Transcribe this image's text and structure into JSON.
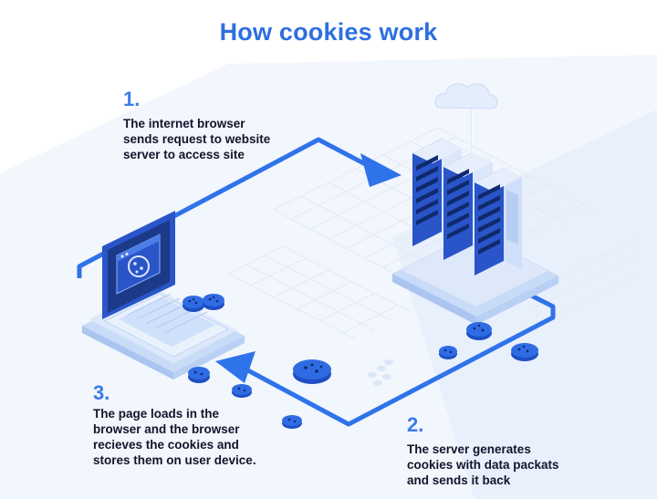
{
  "title": "How cookies work",
  "colors": {
    "accent": "#2e6fe0",
    "arrow": "#2f73ea",
    "light_blue": "#dbe8fb",
    "dark_navy": "#1b3a8a",
    "text": "#14142b"
  },
  "steps": [
    {
      "number": "1.",
      "lines": [
        "The internet browser",
        "sends request to website",
        "server to access site"
      ]
    },
    {
      "number": "2.",
      "lines": [
        "The server generates",
        "cookies with data packats",
        "and sends it back"
      ]
    },
    {
      "number": "3.",
      "lines": [
        "The page loads in the",
        "browser and the browser",
        "recieves the cookies and",
        "stores them on user device."
      ]
    }
  ],
  "icons": [
    "laptop-icon",
    "cookie-icon",
    "server-rack-icon",
    "cloud-icon"
  ]
}
